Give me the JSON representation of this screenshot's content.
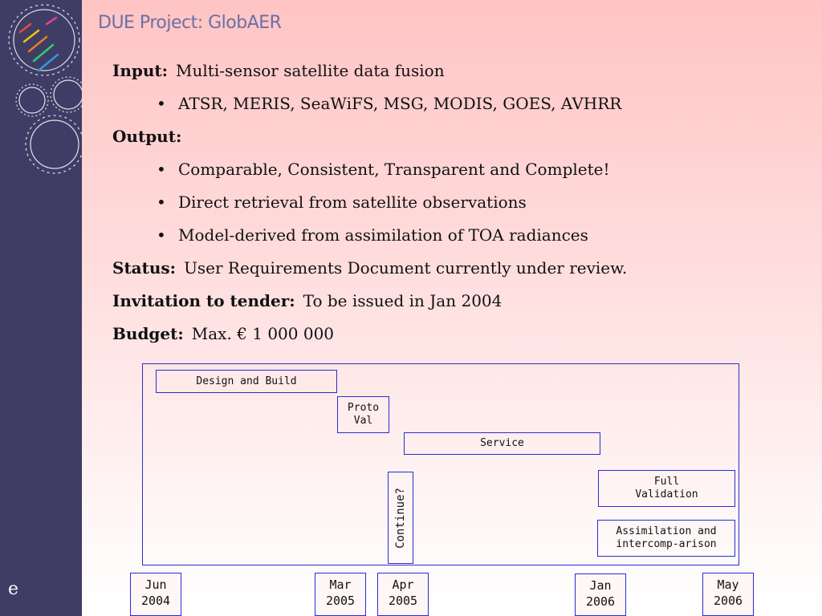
{
  "title": "DUE Project: GlobAER",
  "sidebar": {
    "bottom_letter": "e"
  },
  "content": {
    "input": {
      "label": "Input:",
      "text": "Multi-sensor satellite data fusion"
    },
    "input_bullets": [
      "ATSR, MERIS, SeaWiFS, MSG, MODIS, GOES, AVHRR"
    ],
    "output": {
      "label": "Output:",
      "text": ""
    },
    "output_bullets": [
      "Comparable, Consistent, Transparent and Complete!",
      "Direct retrieval from satellite observations",
      "Model-derived from assimilation of TOA radiances"
    ],
    "status": {
      "label": "Status:",
      "text": "User Requirements Document currently under review."
    },
    "invitation": {
      "label": "Invitation to tender:",
      "text": "To be issued in Jan 2004"
    },
    "budget": {
      "label": "Budget:",
      "text": "Max. € 1 000 000"
    },
    "bullet_char": "•"
  },
  "timeline": {
    "tasks": [
      {
        "id": "design",
        "lines": [
          "Design and Build"
        ]
      },
      {
        "id": "proto",
        "lines": [
          "Proto",
          "Val"
        ]
      },
      {
        "id": "service",
        "lines": [
          "Service"
        ]
      },
      {
        "id": "continue",
        "lines": [
          "Continue?"
        ]
      },
      {
        "id": "fullval",
        "lines": [
          "Full",
          "Validation"
        ]
      },
      {
        "id": "assim",
        "lines": [
          "Assimilation and",
          "intercomp-arison"
        ]
      }
    ],
    "milestones": [
      {
        "month": "Jun",
        "year": "2004"
      },
      {
        "month": "Mar",
        "year": "2005"
      },
      {
        "month": "Apr",
        "year": "2005"
      },
      {
        "month": "Jan",
        "year": "2006"
      },
      {
        "month": "May",
        "year": "2006"
      }
    ]
  },
  "colors": {
    "sidebar": "#3f3d66",
    "title": "#6b70a4",
    "box_border": "#2b2bd6",
    "bg_top": "#ffc4c4"
  }
}
